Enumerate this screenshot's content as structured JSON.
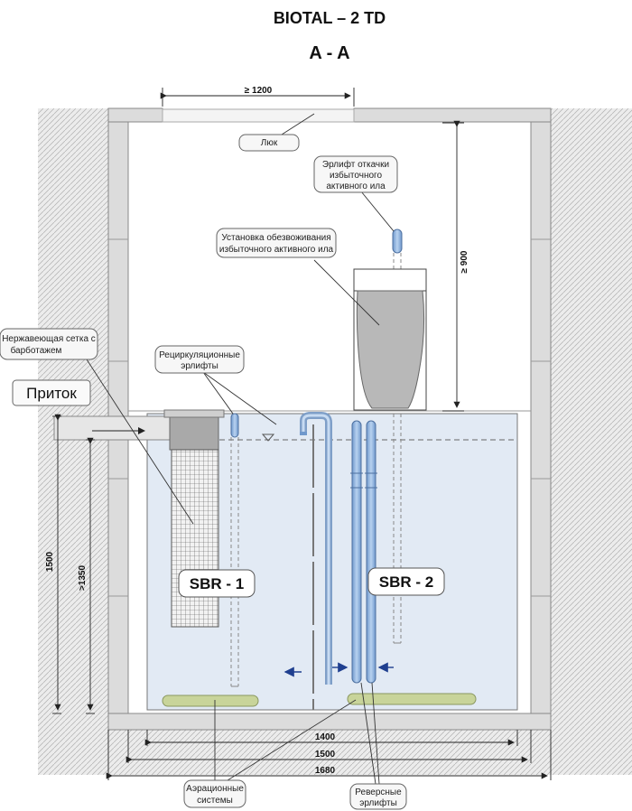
{
  "title": "BIOTAL – 2 TD",
  "section": "A - A",
  "labels": {
    "hatch": "Люк",
    "airlift_excess_l1": "Эрлифт откачки",
    "airlift_excess_l2": "избыточного",
    "airlift_excess_l3": "активного ила",
    "dewater_l1": "Установка обезвоживания",
    "dewater_l2": "избыточного активного ила",
    "mesh_l1": "Нержавеющая сетка с",
    "mesh_l2": "барботажем",
    "recirc_l1": "Рециркуляционные",
    "recirc_l2": "эрлифты",
    "inflow": "Приток",
    "sbr1": "SBR - 1",
    "sbr2": "SBR - 2",
    "aeration_l1": "Аэрационные",
    "aeration_l2": "системы",
    "reverse_l1": "Реверсные",
    "reverse_l2": "эрлифты"
  },
  "dimensions": {
    "hatch_width": "≥ 1200",
    "height_top": "≥ 900",
    "height_total": "1500",
    "height_inlet": ">1350",
    "width_inner": "1400",
    "width_mid": "1500",
    "width_outer": "1680"
  },
  "colors": {
    "concrete": "#dcdcdc",
    "water": "#e2eaf4",
    "pipe": "#8fb4e0",
    "aerator": "#c8d49a",
    "tank_grey": "#b8b8b8"
  }
}
